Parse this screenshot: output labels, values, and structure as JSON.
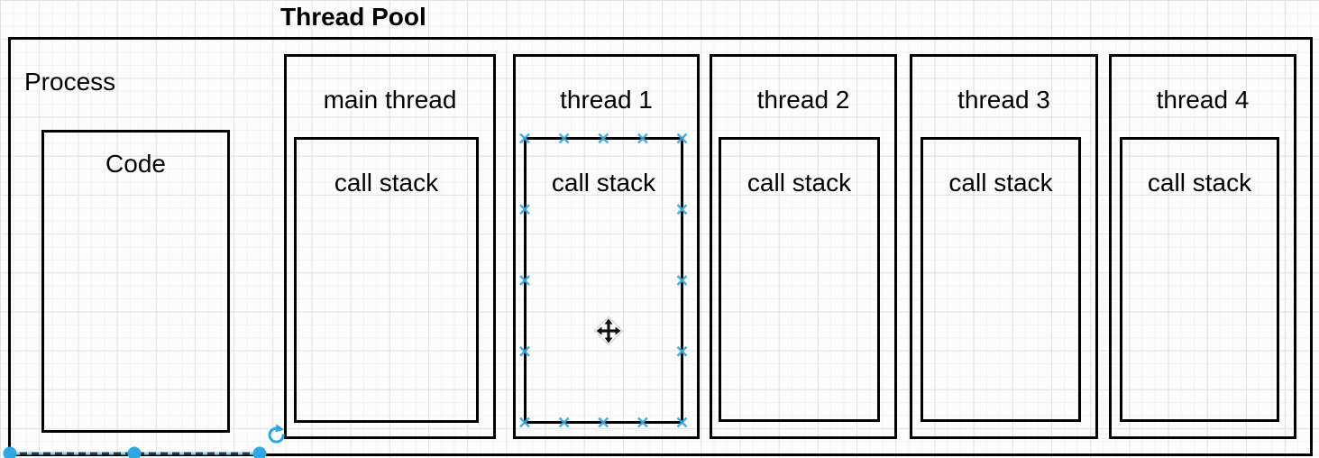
{
  "canvas": {
    "title": "Thread Pool",
    "process": {
      "label": "Process",
      "code": {
        "label": "Code"
      }
    },
    "threads": [
      {
        "label": "main thread",
        "stack_label": "call stack"
      },
      {
        "label": "thread 1",
        "stack_label": "call stack",
        "selected": true
      },
      {
        "label": "thread 2",
        "stack_label": "call stack"
      },
      {
        "label": "thread 3",
        "stack_label": "call stack"
      },
      {
        "label": "thread 4",
        "stack_label": "call stack"
      }
    ],
    "colors": {
      "shape_stroke": "#000000",
      "selection_accent": "#2fa7e3",
      "selection_track": "#86d2f2",
      "selection_dash": "#1d3d52"
    }
  }
}
